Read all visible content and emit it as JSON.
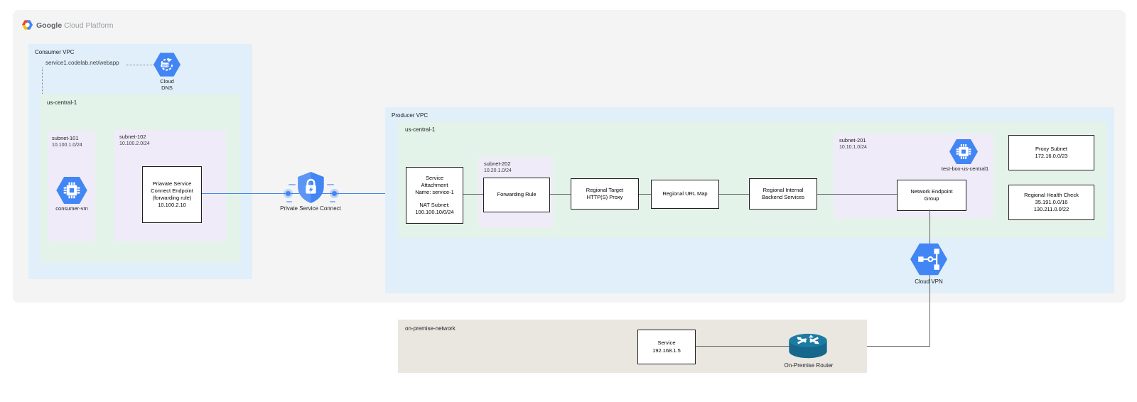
{
  "header": {
    "google": "Google",
    "suffix": "Cloud Platform"
  },
  "colors": {
    "google_blue": "#4285f4",
    "vpc_blue": "#e0effa",
    "region_green": "#e4f3e9",
    "subnet_purple": "#f0ebf8",
    "canvas_gray": "#f4f4f4",
    "onprem_beige": "#eae7e1",
    "router_teal": "#1b7399",
    "connector_gray": "#616161"
  },
  "consumer_vpc": {
    "label": "Consumer VPC",
    "dns_record": "service1.codelab.net/webapp",
    "cloud_dns": {
      "lines": [
        "Cloud",
        "DNS"
      ]
    },
    "region_label": "us-central-1",
    "subnet101": {
      "name": "subnet-101",
      "cidr": "10.100.1.0/24"
    },
    "consumer_vm_label": "consumer-vm",
    "subnet102": {
      "name": "subnet-102",
      "cidr": "10.100.2.0/24"
    },
    "psc_endpoint": {
      "lines": [
        "Priavate Service",
        "Connect Endpoint",
        "(forwarding rule)",
        "10.100.2.10"
      ]
    }
  },
  "psc_label": "Private Service Connect",
  "producer_vpc": {
    "label": "Producer VPC",
    "region_label": "us-central-1",
    "service_attachment": {
      "top": [
        "Service",
        "Attachment",
        "Name: service-1"
      ],
      "bottom": [
        "NAT Subnet:",
        "100.100.10/0/24"
      ]
    },
    "subnet202": {
      "name": "subnet-202",
      "cidr": "10.20.1.0/24"
    },
    "forwarding_rule_label": "Forwarding Rule",
    "target_proxy": {
      "lines": [
        "Regional Target",
        "HTTP(S) Proxy"
      ]
    },
    "url_map_label": "Regional URL Map",
    "backend_services": {
      "lines": [
        "Regional Internal",
        "Backend Services"
      ]
    },
    "subnet201": {
      "name": "subnet-201",
      "cidr": "10.10.1.0/24"
    },
    "neg": {
      "lines": [
        "Network Endpoint",
        "Group"
      ]
    },
    "test_box_label": "test-box-us-central1",
    "proxy_subnet": {
      "lines": [
        "Proxy Subnet",
        "172.16.0.0/23"
      ]
    },
    "health_check": {
      "lines": [
        "Regional Health Check",
        "35.191.0.0/16",
        "130.211.0.0/22"
      ]
    },
    "cloud_vpn_label": "Cloud VPN"
  },
  "on_premise": {
    "label": "on-premise-network",
    "service_box": {
      "lines": [
        "Service",
        "192.168.1.5"
      ]
    },
    "router_label": "On-Premise Router"
  }
}
